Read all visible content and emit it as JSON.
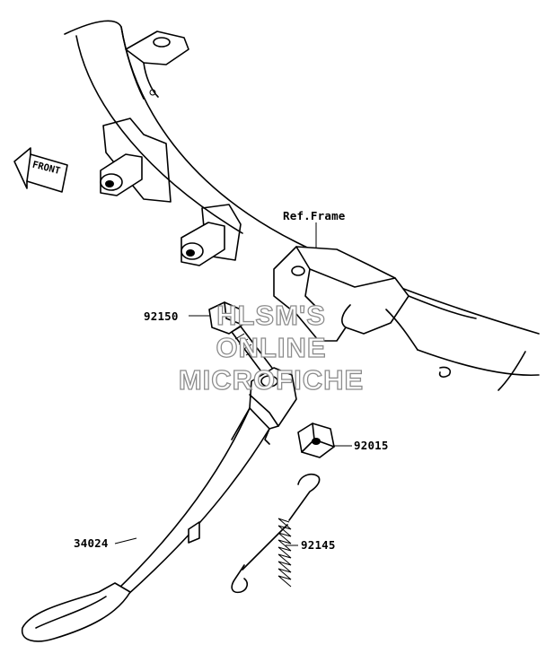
{
  "diagram": {
    "front_arrow_label": "FRONT",
    "callouts": {
      "ref_frame": "Ref.Frame",
      "part_92150": "92150",
      "part_92015": "92015",
      "part_34024": "34024",
      "part_92145": "92145"
    },
    "watermark": {
      "line1": "HLSM'S",
      "line2": "ONLINE",
      "line3": "MICROFICHE"
    }
  }
}
